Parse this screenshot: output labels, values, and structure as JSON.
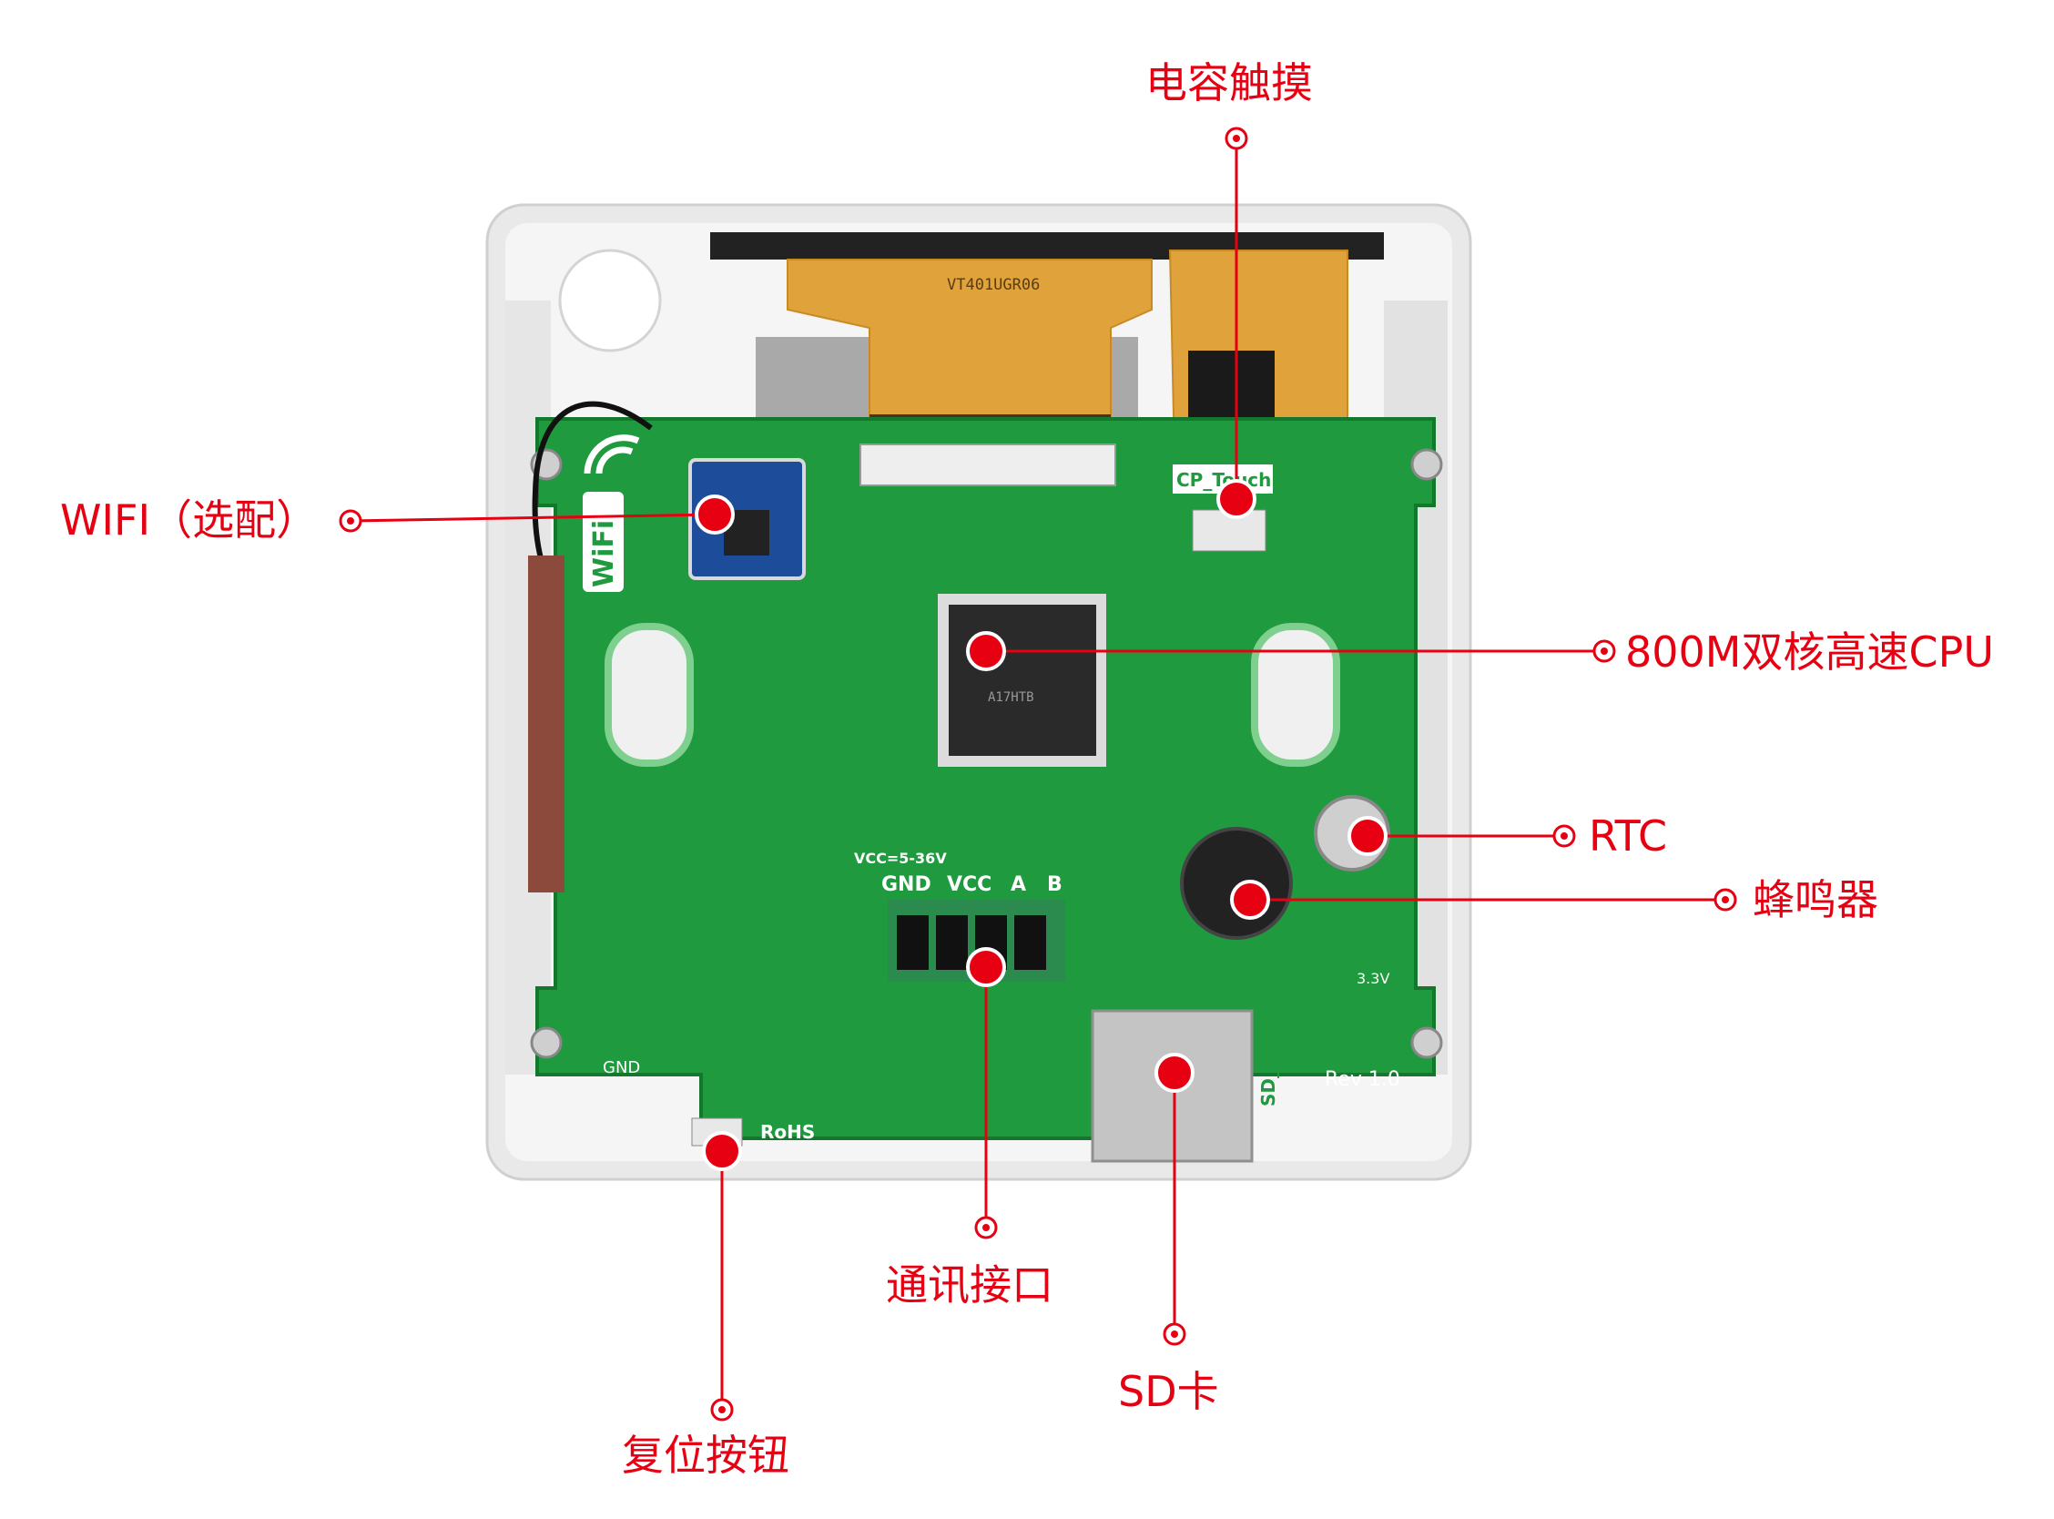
{
  "colors": {
    "accent": "#e60012",
    "pcb": "#1f9a3e",
    "pcb_dark": "#15772d",
    "flex": "#e0a33c",
    "housing": "#efefef"
  },
  "callouts": {
    "touch": "电容触摸",
    "wifi": "WIFI（选配）",
    "cpu": "800M双核高速CPU",
    "rtc": "RTC",
    "buzzer": "蜂鸣器",
    "comm": "通讯接口",
    "sd": "SD卡",
    "reset": "复位按钮"
  },
  "board": {
    "flex_label": "VT401UGR06",
    "wifi_logo": "WiFi",
    "touch_header": "CP_Touch",
    "terminal_pins": [
      "GND",
      "VCC",
      "A",
      "B"
    ],
    "voltage_label": "VCC=5-36V",
    "sd_label": "SD_CARD",
    "revision": "Rev 1.0",
    "rohs": "RoHS",
    "gnd": "GND",
    "cpu_marking": "A17HTB",
    "voltage_3v3": "3.3V"
  }
}
